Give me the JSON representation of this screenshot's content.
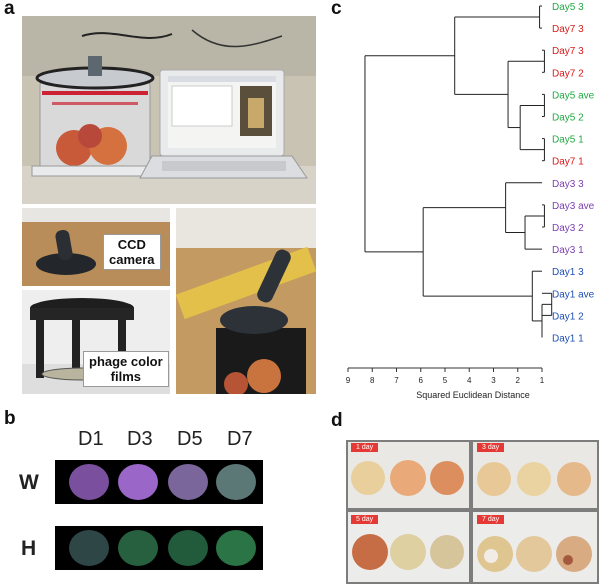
{
  "panels": {
    "a": "a",
    "b": "b",
    "c": "c",
    "d": "d"
  },
  "panel_a": {
    "callout_ccd": "CCD\ncamera",
    "callout_films": "phage color\nfilms"
  },
  "panel_b": {
    "col_labels": [
      "D1",
      "D3",
      "D5",
      "D7"
    ],
    "rows": [
      {
        "label": "W",
        "colors": [
          "#7a4f9e",
          "#9a66c7",
          "#7a669a",
          "#5c7876"
        ]
      },
      {
        "label": "H",
        "colors": [
          "#2f4646",
          "#27603e",
          "#225a3c",
          "#2a7445"
        ]
      }
    ]
  },
  "panel_c": {
    "xlabel": "Squared Euclidean Distance",
    "x_ticks": [
      "9",
      "8",
      "7",
      "6",
      "5",
      "4",
      "3",
      "2",
      "1"
    ],
    "leaves": [
      {
        "label": "Day5 3",
        "color": "#22aa44"
      },
      {
        "label": "Day7 3",
        "color": "#d81b1b"
      },
      {
        "label": "Day7 3",
        "color": "#d81b1b"
      },
      {
        "label": "Day7 2",
        "color": "#d81b1b"
      },
      {
        "label": "Day5 ave",
        "color": "#22aa44"
      },
      {
        "label": "Day5 2",
        "color": "#22aa44"
      },
      {
        "label": "Day5 1",
        "color": "#22aa44"
      },
      {
        "label": "Day7 1",
        "color": "#d81b1b"
      },
      {
        "label": "Day3 3",
        "color": "#7b3fb0"
      },
      {
        "label": "Day3 ave",
        "color": "#7b3fb0"
      },
      {
        "label": "Day3 2",
        "color": "#7b3fb0"
      },
      {
        "label": "Day3 1",
        "color": "#7b3fb0"
      },
      {
        "label": "Day1 3",
        "color": "#1f4fb5"
      },
      {
        "label": "Day1 ave",
        "color": "#1f4fb5"
      },
      {
        "label": "Day1 2",
        "color": "#1f4fb5"
      },
      {
        "label": "Day1 1",
        "color": "#1f4fb5"
      }
    ]
  },
  "panel_d": {
    "tags": [
      "1 day",
      "3 day",
      "5 day",
      "7 day"
    ]
  },
  "chart_data": {
    "type": "dendrogram",
    "xlabel": "Squared Euclidean Distance",
    "x_ticks": [
      9,
      8,
      7,
      6,
      5,
      4,
      3,
      2,
      1
    ],
    "leaves": [
      "Day5 3",
      "Day7 3",
      "Day7 3",
      "Day7 2",
      "Day5 ave",
      "Day5 2",
      "Day5 1",
      "Day7 1",
      "Day3 3",
      "Day3 ave",
      "Day3 2",
      "Day3 1",
      "Day1 3",
      "Day1 ave",
      "Day1 2",
      "Day1 1"
    ],
    "merge_heights": [
      {
        "members": [
          "Day5 3",
          "Day7 3"
        ],
        "distance": 1.1
      },
      {
        "members": [
          "Day7 3",
          "Day7 2"
        ],
        "distance": 0.9
      },
      {
        "members": [
          "Day5 ave",
          "Day5 2"
        ],
        "distance": 0.9
      },
      {
        "members": [
          "Day5 1",
          "Day7 1"
        ],
        "distance": 0.9
      },
      {
        "members": [
          "Day3 ave",
          "Day3 2"
        ],
        "distance": 0.9
      },
      {
        "members": [
          "Day1 ave",
          "Day1 2"
        ],
        "distance": 0.6
      },
      {
        "members": [
          "Day1 ave",
          "Day1 2",
          "Day1 1"
        ],
        "distance": 1.0
      },
      {
        "members": [
          "Day1 3",
          "Day1 ave",
          "Day1 2",
          "Day1 1"
        ],
        "distance": 1.4
      },
      {
        "members": [
          "Day3 ave",
          "Day3 2",
          "Day3 1"
        ],
        "distance": 1.7
      },
      {
        "members": [
          "Day3 3",
          "Day3 ave",
          "Day3 2",
          "Day3 1"
        ],
        "distance": 2.5
      },
      {
        "members": [
          "Day5 ave",
          "Day5 2",
          "Day5 1",
          "Day7 1"
        ],
        "distance": 1.9
      },
      {
        "members": [
          "Day7 3",
          "Day7 2",
          "Day5 ave",
          "Day5 2",
          "Day5 1",
          "Day7 1"
        ],
        "distance": 2.4
      },
      {
        "members": [
          "Day5 3",
          "Day7 3",
          "Day7 3",
          "Day7 2",
          "Day5 ave",
          "Day5 2",
          "Day5 1",
          "Day7 1"
        ],
        "distance": 4.6
      },
      {
        "members": [
          "Day3 group",
          "Day1 group"
        ],
        "distance": 5.9
      },
      {
        "members": [
          "all"
        ],
        "distance": 8.3
      }
    ]
  }
}
